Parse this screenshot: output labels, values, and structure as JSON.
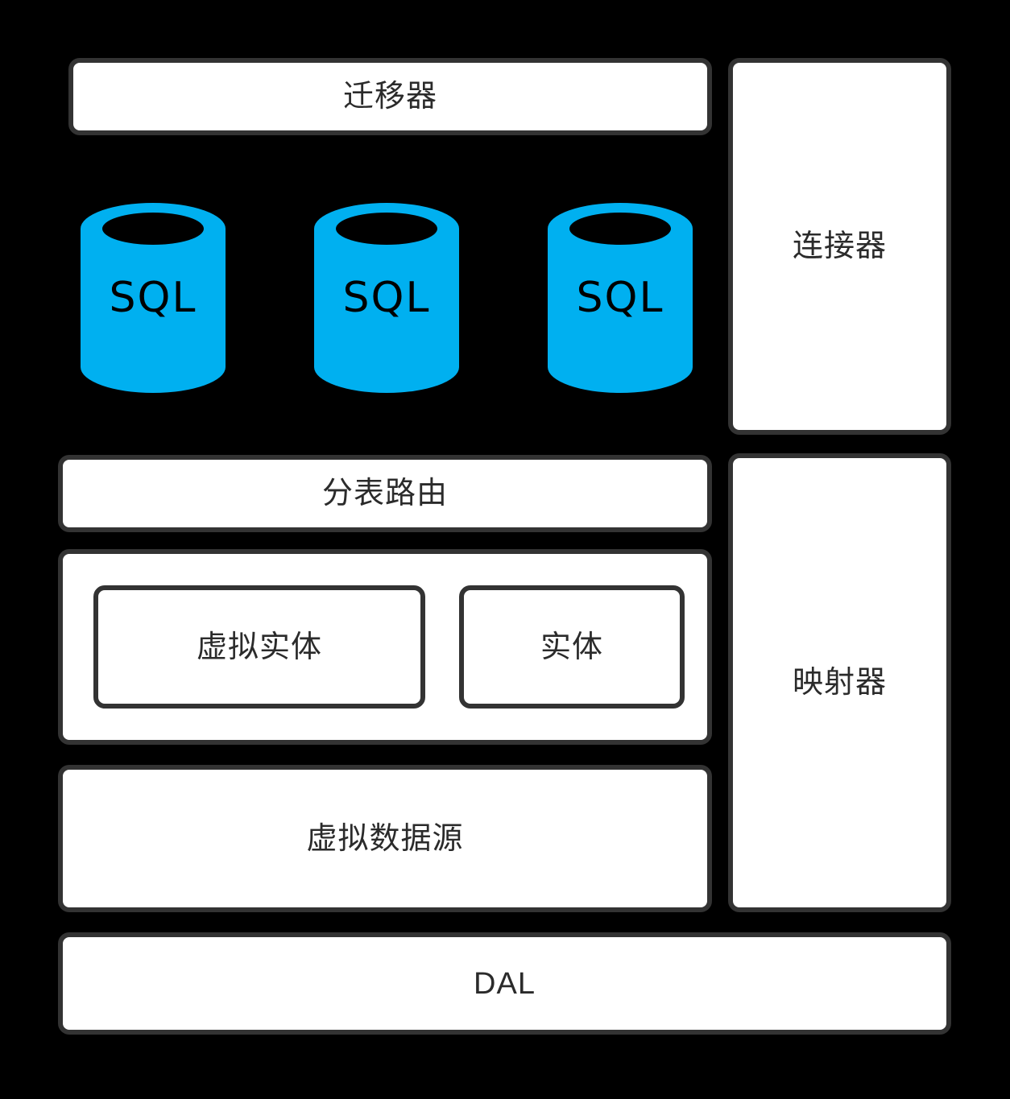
{
  "diagram": {
    "title": "Sharding ORM Architecture",
    "background_color": "#000000",
    "panel_fill": "#ffffff",
    "panel_border_color": "#333333",
    "db_color": "#00b0f0"
  },
  "left_column": {
    "migrator": {
      "label": "迁移器"
    },
    "databases": [
      {
        "label": "SQL",
        "icon": "database-cylinder-icon"
      },
      {
        "label": "SQL",
        "icon": "database-cylinder-icon"
      },
      {
        "label": "SQL",
        "icon": "database-cylinder-icon"
      }
    ],
    "shard_route": {
      "label": "分表路由"
    },
    "entity_group": {
      "virtual_entity": {
        "label": "虚拟实体"
      },
      "entity": {
        "label": "实体"
      }
    },
    "virtual_datasource": {
      "label": "虚拟数据源"
    }
  },
  "right_column": {
    "connector": {
      "label": "连接器"
    },
    "mapper": {
      "label": "映射器"
    }
  },
  "footer": {
    "dal": {
      "label": "DAL"
    }
  }
}
